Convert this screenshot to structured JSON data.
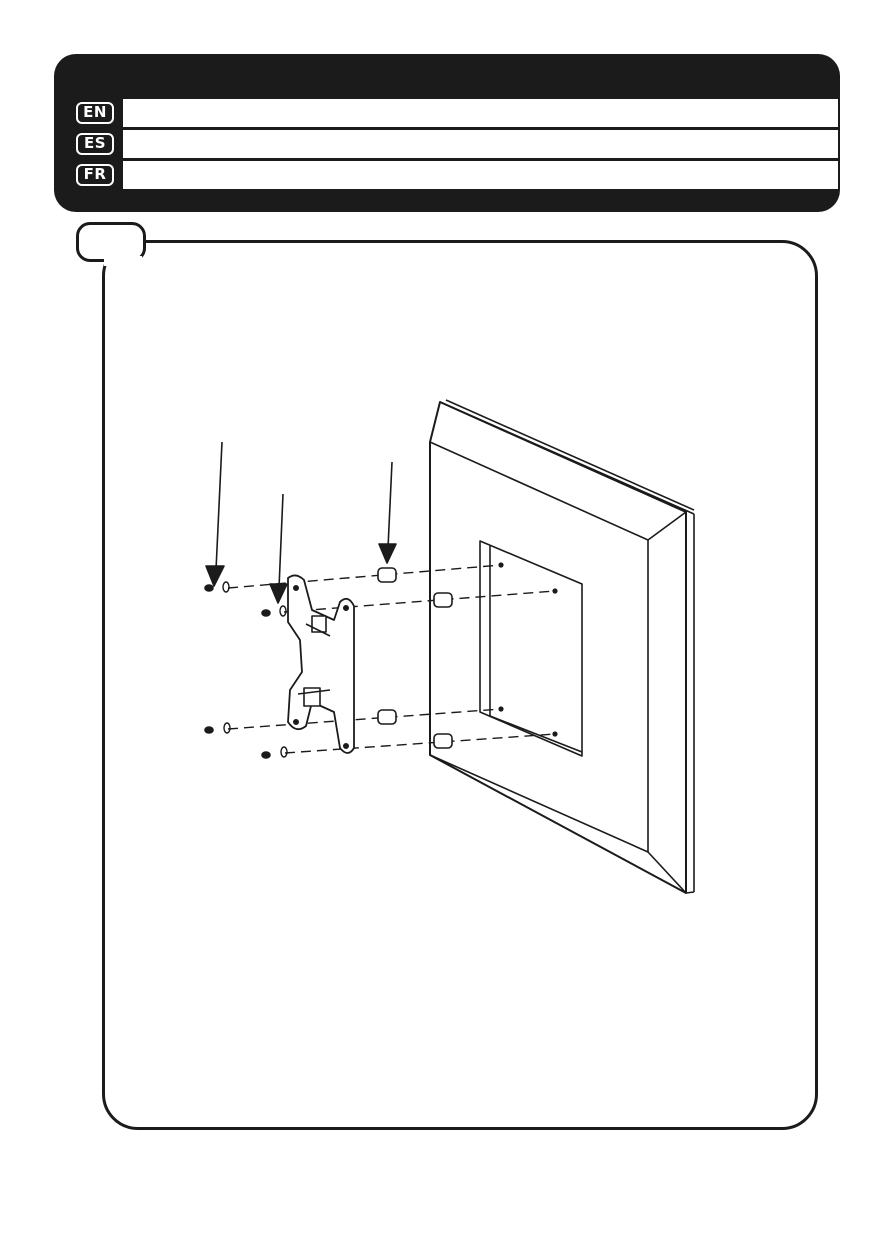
{
  "header": {
    "languages": [
      {
        "code": "EN",
        "text": ""
      },
      {
        "code": "ES",
        "text": ""
      },
      {
        "code": "FR",
        "text": ""
      }
    ]
  },
  "step": {
    "number": ""
  },
  "illustration": {
    "title": ""
  }
}
